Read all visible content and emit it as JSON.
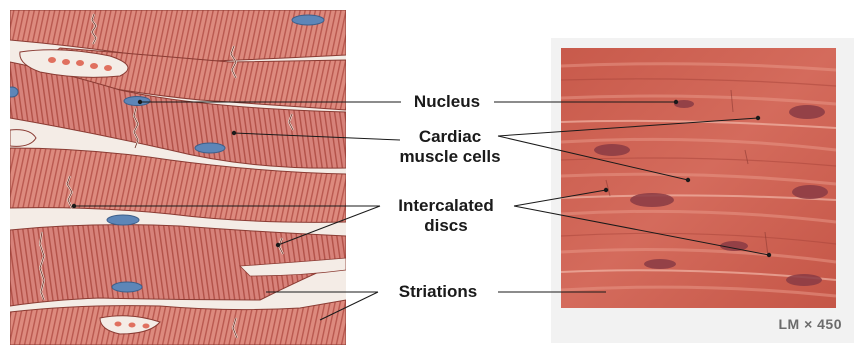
{
  "labels": {
    "nucleus": "Nucleus",
    "cardiac_line1": "Cardiac",
    "cardiac_line2": "muscle cells",
    "intercalated_line1": "Intercalated",
    "intercalated_line2": "discs",
    "striations": "Striations"
  },
  "micrograph": {
    "magnification": "LM × 450"
  },
  "colors": {
    "muscle_fill": "#d9857a",
    "muscle_stripe": "#b9584f",
    "gap_fill": "#f4ece6",
    "nucleus_blue": "#5d86b8",
    "micro_base": "#c9584a"
  }
}
